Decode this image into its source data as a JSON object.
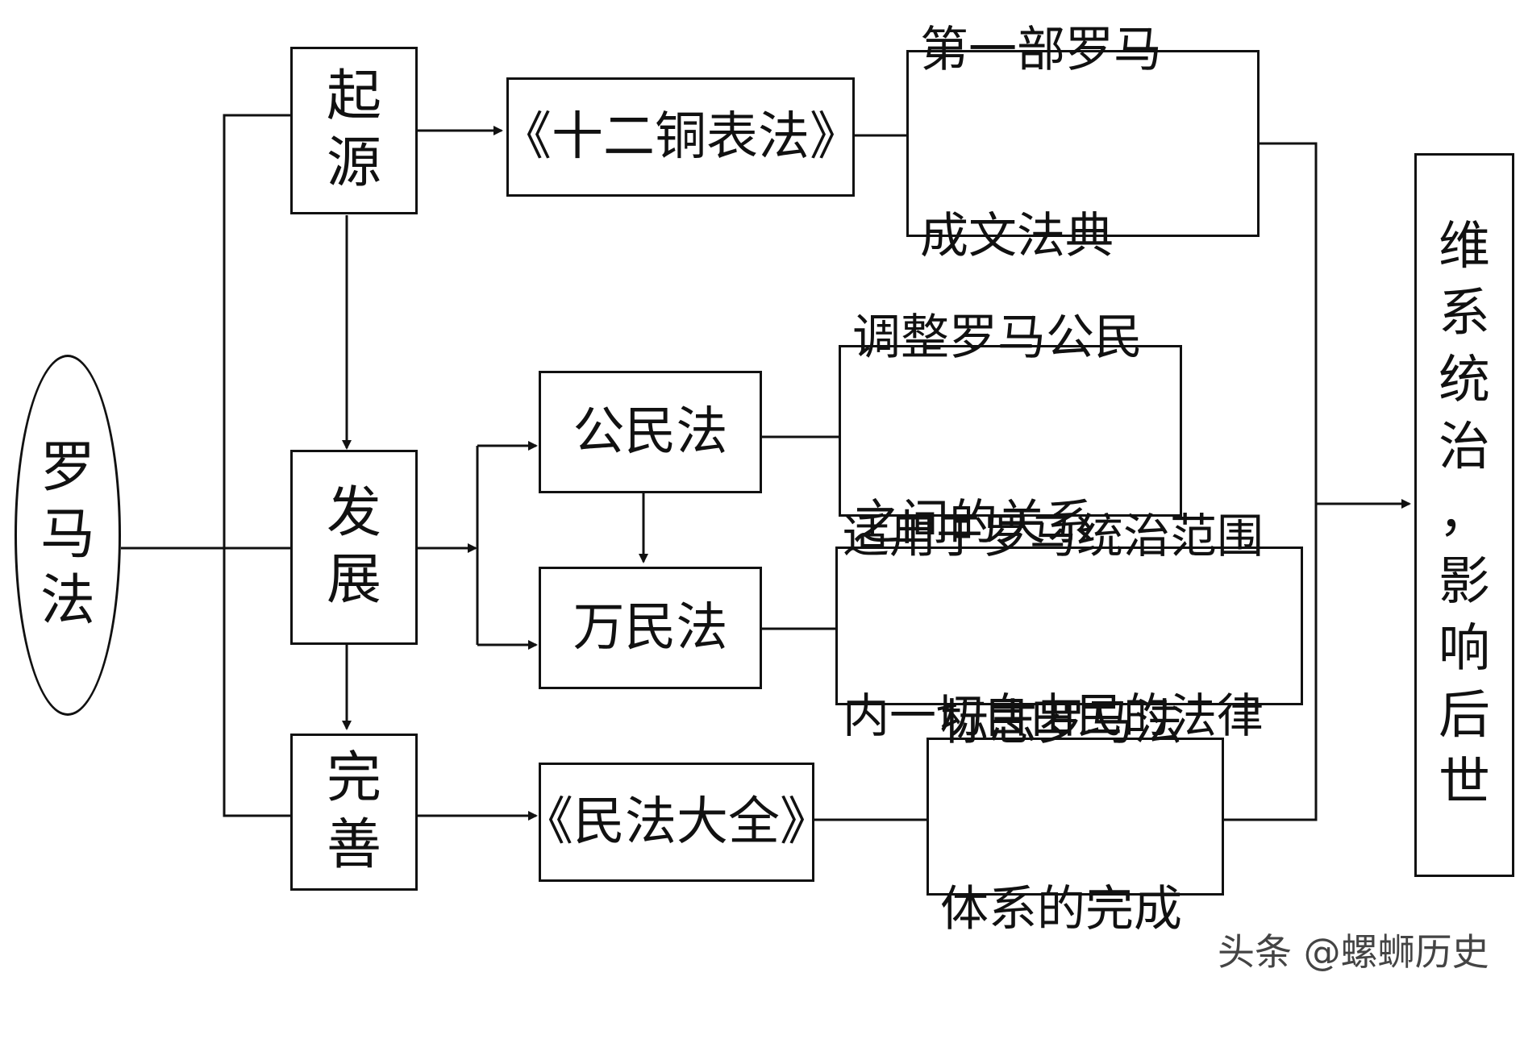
{
  "root": {
    "chars": [
      "罗",
      "马",
      "法"
    ]
  },
  "stages": {
    "origin": {
      "chars": [
        "起",
        "源"
      ]
    },
    "development": {
      "chars": [
        "发",
        "展"
      ]
    },
    "perfection": {
      "chars": [
        "完",
        "善"
      ]
    }
  },
  "laws": {
    "twelve_tables": "《十二铜表法》",
    "civil_law": "公民法",
    "law_of_nations": "万民法",
    "corpus_juris": "《民法大全》"
  },
  "descriptions": {
    "twelve_tables": [
      "第一部罗马",
      "成文法典"
    ],
    "civil_law": [
      "调整罗马公民",
      "之间的关系"
    ],
    "law_of_nations": [
      "适用于罗马统治范围",
      "内一切自由民的法律"
    ],
    "corpus_juris": [
      "标志罗马法",
      "体系的完成"
    ]
  },
  "result": {
    "chars": [
      "维",
      "系",
      "统",
      "治",
      "，",
      "影",
      "响",
      "后",
      "世"
    ]
  },
  "watermark": "头条 @螺蛳历史",
  "colors": {
    "line": "#111111",
    "background": "#ffffff"
  }
}
